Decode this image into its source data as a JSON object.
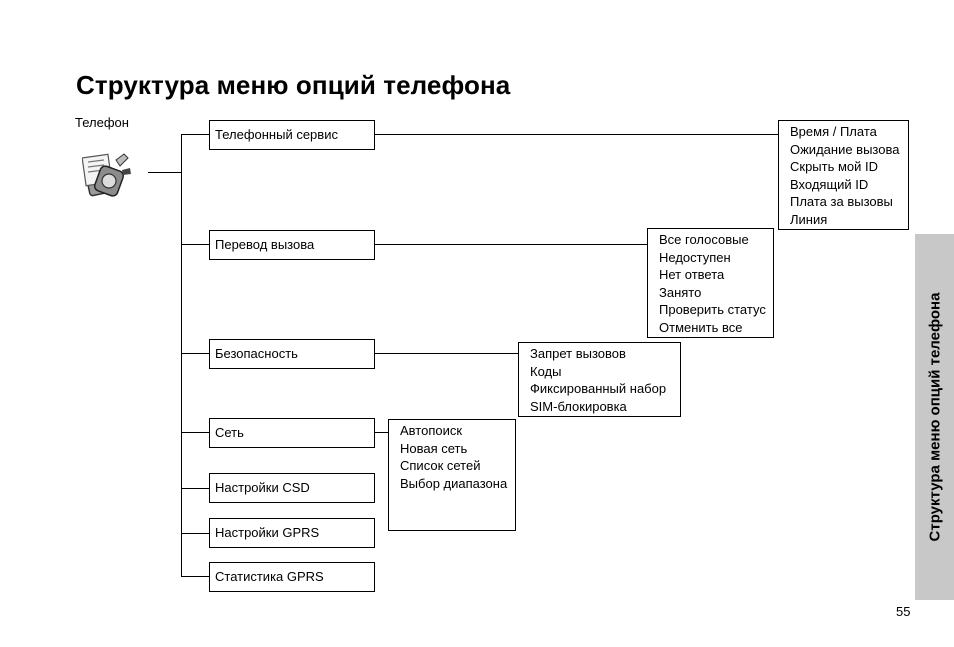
{
  "title": "Структура меню опций телефона",
  "root": {
    "label": "Телефон",
    "icon": "phone-settings-icon"
  },
  "menu": [
    {
      "label": "Телефонный сервис",
      "items": [
        "Время / Плата",
        "Ожидание вызова",
        "Скрыть мой ID",
        "Входящий ID",
        "Плата за вызовы",
        "Линия"
      ]
    },
    {
      "label": "Перевод вызова",
      "items": [
        "Все голосовые",
        "Недоступен",
        "Нет ответа",
        "Занято",
        "Проверить статус",
        "Отменить все"
      ]
    },
    {
      "label": "Безопасность",
      "items": [
        "Запрет вызовов",
        "Коды",
        "Фиксированный набор",
        "SIM-блокировка"
      ]
    },
    {
      "label": "Сеть",
      "items": [
        "Автопоиск",
        "Новая сеть",
        "Список сетей",
        "Выбор диапазона"
      ]
    },
    {
      "label": "Настройки CSD",
      "items": []
    },
    {
      "label": "Настройки GPRS",
      "items": []
    },
    {
      "label": "Статистика GPRS",
      "items": []
    }
  ],
  "side_tab": {
    "label": "Структура меню опций телефона"
  },
  "page_number": "55"
}
